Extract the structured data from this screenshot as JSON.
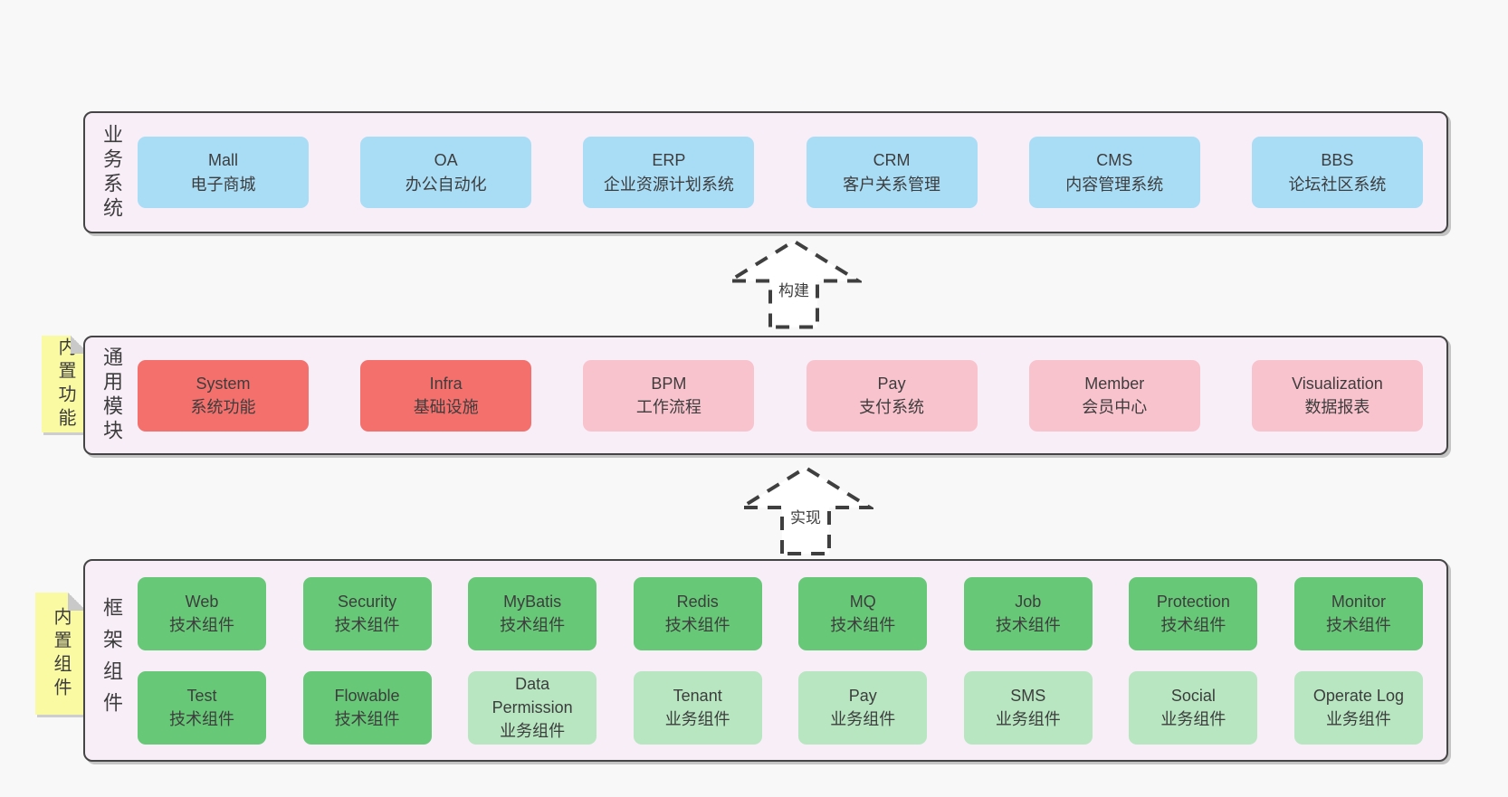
{
  "colors": {
    "page_bg": "#f8f8f8",
    "container_fill": "#f8eef7",
    "container_border": "#454545",
    "blue": "#a9dcf5",
    "red": "#f3706c",
    "pink": "#f9c3cd",
    "green_dark": "#67c877",
    "green_light": "#b7e6c1",
    "note_yellow": "#fafaa2",
    "note_fold": "#c9c9c9",
    "text": "#3d3d3d"
  },
  "layers": [
    {
      "id": "business-systems",
      "side_label": "业务系统",
      "note": null,
      "rows": [
        [
          {
            "title": "Mall",
            "subtitle": "电子商城",
            "color": "blue"
          },
          {
            "title": "OA",
            "subtitle": "办公自动化",
            "color": "blue"
          },
          {
            "title": "ERP",
            "subtitle": "企业资源计划系统",
            "color": "blue"
          },
          {
            "title": "CRM",
            "subtitle": "客户关系管理",
            "color": "blue"
          },
          {
            "title": "CMS",
            "subtitle": "内容管理系统",
            "color": "blue"
          },
          {
            "title": "BBS",
            "subtitle": "论坛社区系统",
            "color": "blue"
          }
        ]
      ]
    },
    {
      "id": "common-modules",
      "side_label": "通用模块",
      "note": "内置功能",
      "rows": [
        [
          {
            "title": "System",
            "subtitle": "系统功能",
            "color": "red"
          },
          {
            "title": "Infra",
            "subtitle": "基础设施",
            "color": "red"
          },
          {
            "title": "BPM",
            "subtitle": "工作流程",
            "color": "pink"
          },
          {
            "title": "Pay",
            "subtitle": "支付系统",
            "color": "pink"
          },
          {
            "title": "Member",
            "subtitle": "会员中心",
            "color": "pink"
          },
          {
            "title": "Visualization",
            "subtitle": "数据报表",
            "color": "pink"
          }
        ]
      ]
    },
    {
      "id": "framework-components",
      "side_label": "框架组件",
      "note": "内置组件",
      "rows": [
        [
          {
            "title": "Web",
            "subtitle": "技术组件",
            "color": "green_dark"
          },
          {
            "title": "Security",
            "subtitle": "技术组件",
            "color": "green_dark"
          },
          {
            "title": "MyBatis",
            "subtitle": "技术组件",
            "color": "green_dark"
          },
          {
            "title": "Redis",
            "subtitle": "技术组件",
            "color": "green_dark"
          },
          {
            "title": "MQ",
            "subtitle": "技术组件",
            "color": "green_dark"
          },
          {
            "title": "Job",
            "subtitle": "技术组件",
            "color": "green_dark"
          },
          {
            "title": "Protection",
            "subtitle": "技术组件",
            "color": "green_dark"
          },
          {
            "title": "Monitor",
            "subtitle": "技术组件",
            "color": "green_dark"
          }
        ],
        [
          {
            "title": "Test",
            "subtitle": "技术组件",
            "color": "green_dark"
          },
          {
            "title": "Flowable",
            "subtitle": "技术组件",
            "color": "green_dark"
          },
          {
            "title": "Data Permission",
            "subtitle": "业务组件",
            "color": "green_light"
          },
          {
            "title": "Tenant",
            "subtitle": "业务组件",
            "color": "green_light"
          },
          {
            "title": "Pay",
            "subtitle": "业务组件",
            "color": "green_light"
          },
          {
            "title": "SMS",
            "subtitle": "业务组件",
            "color": "green_light"
          },
          {
            "title": "Social",
            "subtitle": "业务组件",
            "color": "green_light"
          },
          {
            "title": "Operate Log",
            "subtitle": "业务组件",
            "color": "green_light"
          }
        ]
      ]
    }
  ],
  "arrows": [
    {
      "label": "构建"
    },
    {
      "label": "实现"
    }
  ]
}
